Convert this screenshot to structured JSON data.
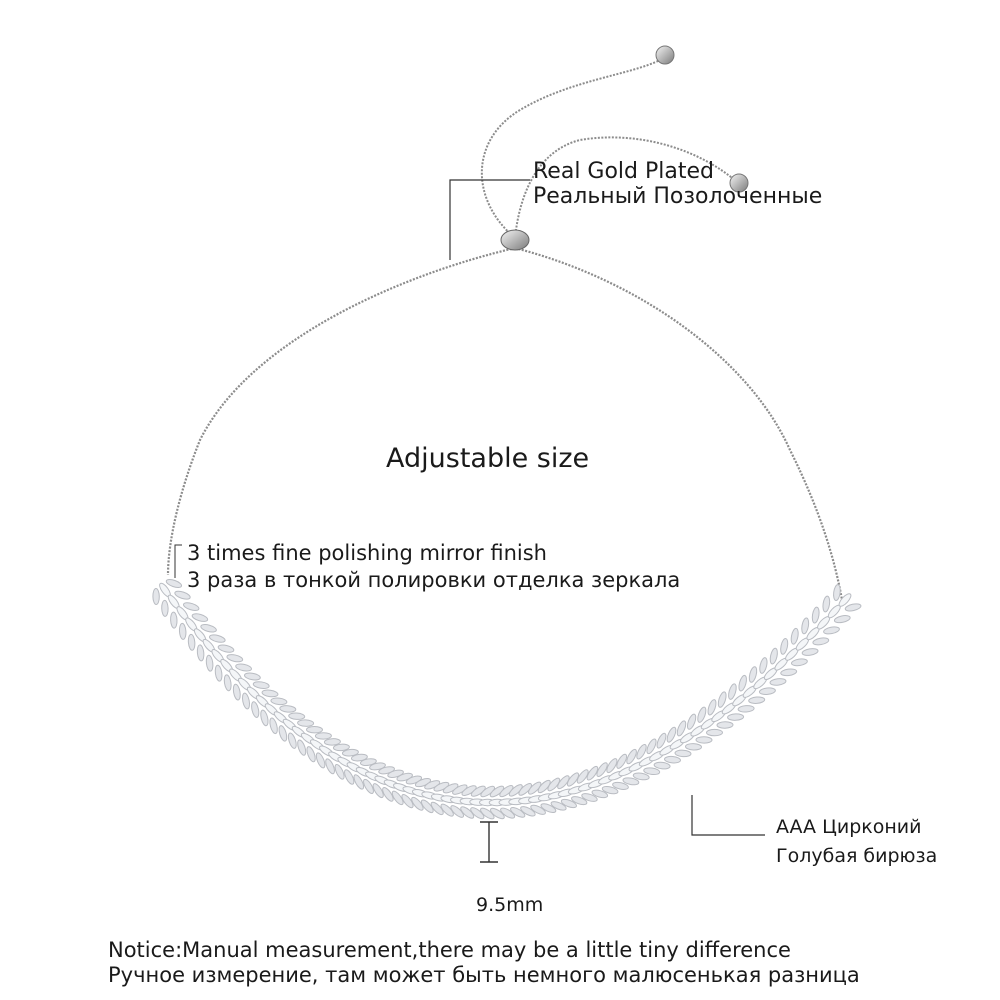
{
  "labels": {
    "gold_en": "Real Gold Plated",
    "gold_ru": "Реальный Позолоченные",
    "adjustable": "Adjustable size",
    "polish_en": "3 times fine polishing mirror finish",
    "polish_ru": "3 раза в тонкой полировки отделка зеркала",
    "zircon_en": "AAA Цирконий",
    "zircon_ru": "Голубая бирюза",
    "width": "9.5mm",
    "notice_en": "Notice:Manual measurement,there may be a little tiny difference",
    "notice_ru": "Ручное измерение, там может быть немного малюсенькая разница"
  },
  "colors": {
    "background": "#ffffff",
    "chain": "#8c8c8c",
    "stones": "#b9bcc2",
    "stone_highlight": "#f4f6f8",
    "callout_line": "#333333",
    "text": "#1a1a1a"
  }
}
